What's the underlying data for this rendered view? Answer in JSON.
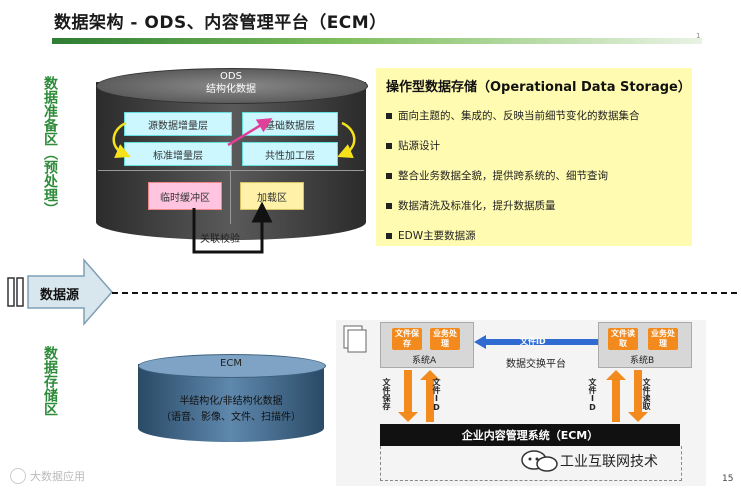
{
  "title": "数据架构 - ODS、内容管理平台（ECM）",
  "page_number": "15",
  "side_labels": {
    "staging": "数据准备区（预处理）",
    "source": "数据源",
    "storage": "数据存储区"
  },
  "ods": {
    "title_line1": "ODS",
    "title_line2": "结构化数据",
    "boxes": {
      "source_increment": "源数据增量层",
      "basic_data": "基础数据层",
      "standard_increment": "标准增量层",
      "shared_processing": "共性加工层",
      "temp_buffer": "临时缓冲区",
      "load_area": "加载区"
    },
    "link_label": "关联校验"
  },
  "ods_desc": {
    "title": "操作型数据存储（Operational Data Storage）",
    "items": [
      "面向主题的、集成的、反映当前细节变化的数据集合",
      "贴源设计",
      "整合业务数据全貌，提供跨系统的、细节查询",
      "数据清洗及标准化，提升数据质量",
      "EDW主要数据源"
    ]
  },
  "ecm": {
    "title": "ECM",
    "line1": "半结构化/非结构化数据",
    "line2": "（语音、影像、文件、扫描件）"
  },
  "ecm_diagram": {
    "system_a": "系统A",
    "system_b": "系统B",
    "a_btn1": "文件保存",
    "a_btn2": "业务处理",
    "b_btn1": "文件读取",
    "b_btn2": "业务处理",
    "file_id": "文件ID",
    "exchange": "数据交换平台",
    "left_v1": "文件保存",
    "left_v2": "文件ID",
    "right_v1": "文件ID",
    "right_v2": "文件读取",
    "ecm_bar": "企业内容管理系统（ECM）"
  },
  "watermarks": {
    "left": "大数据应用",
    "right": "工业互联网技术"
  },
  "colors": {
    "accent_green": "#2e8b3a",
    "orange": "#f28a1e",
    "cyan_box": "#ccf7ff",
    "pink_box": "#ffc4df",
    "yellow_panel": "#fffbb0"
  }
}
